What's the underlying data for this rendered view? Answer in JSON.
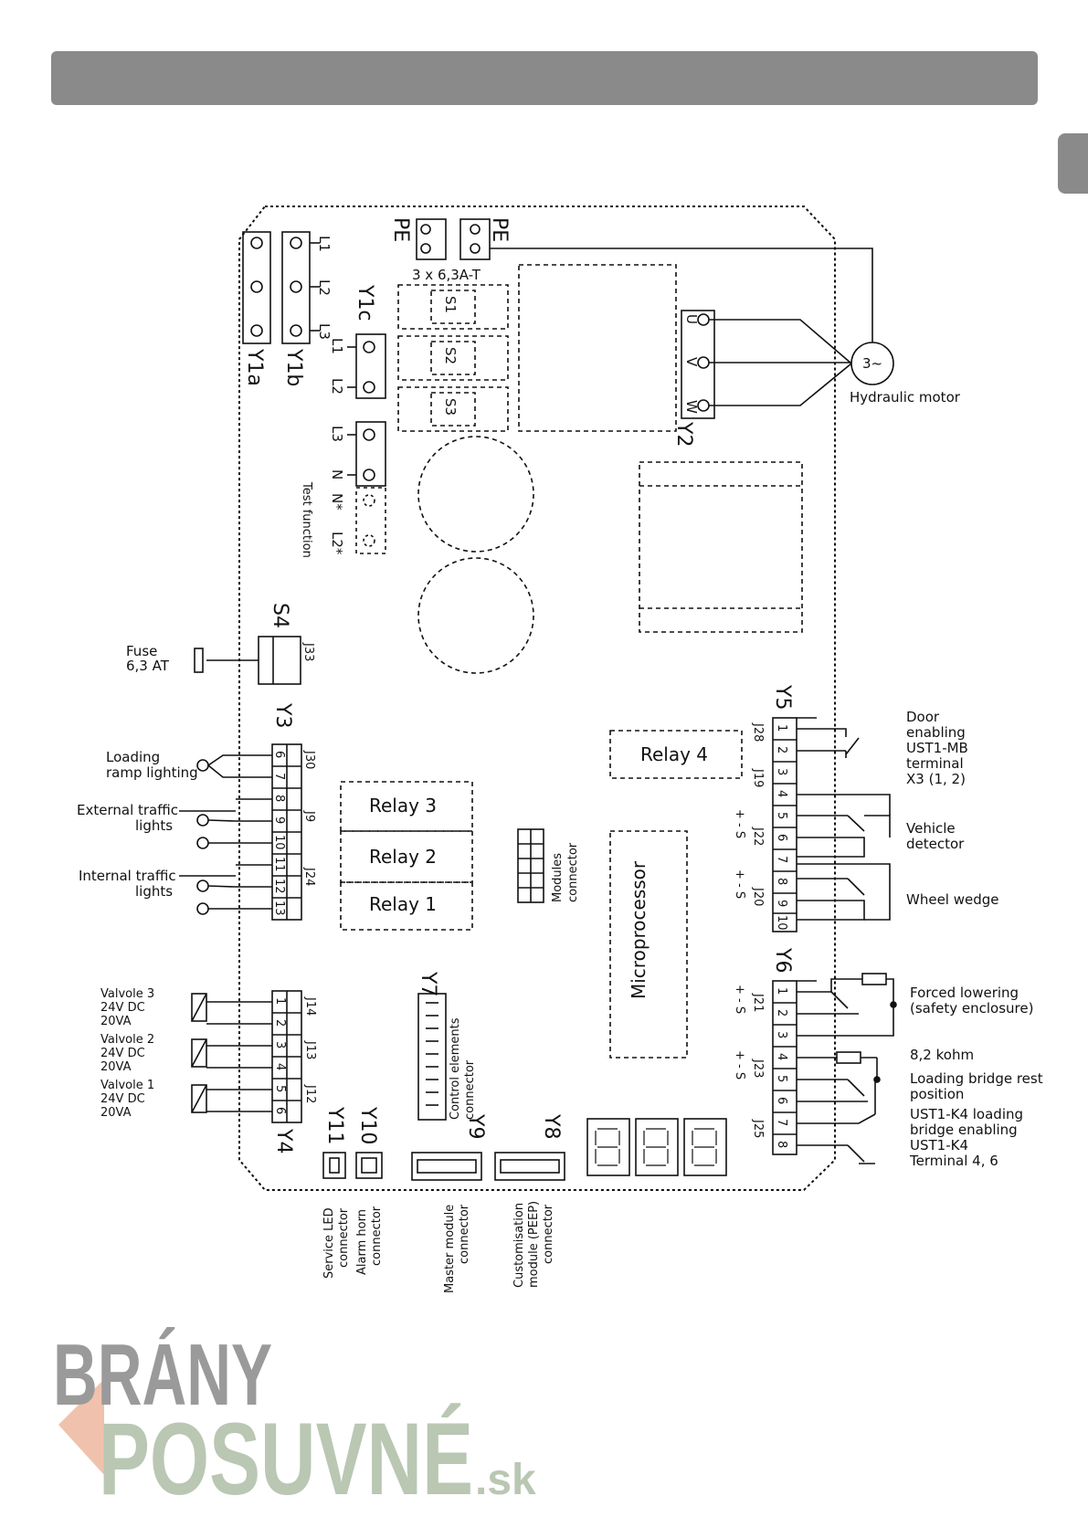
{
  "colors": {
    "header": "#8a8a8a",
    "logo_top": "#9a9a9a",
    "logo_bottom": "#b9c7b3",
    "logo_accent": "#f0c2ad"
  },
  "power": {
    "pe1": "PE",
    "pe2": "PE",
    "fuse_rating": "3 x 6,3A-T",
    "l1": "L1",
    "l2": "L2",
    "l3": "L3",
    "y1a": "Y1a",
    "y1b": "Y1b",
    "y1c": "Y1c",
    "s1": "S1",
    "s2": "S2",
    "s3": "S3",
    "n": "N",
    "n_star": "N*",
    "l2_star": "L2*",
    "test_function": "Test function",
    "y2": "Y2",
    "u": "U",
    "v": "V",
    "w": "W",
    "motor_symbol": "3~",
    "motor_label": "Hydraulic motor"
  },
  "left_side": {
    "s4": "S4",
    "j33": "J33",
    "fuse_label_1": "Fuse",
    "fuse_label_2": "6,3  AT",
    "y3": "Y3",
    "j30": "J30",
    "j9": "J9",
    "j24": "J24",
    "y3_pins": [
      "6",
      "7",
      "8",
      "9",
      "10",
      "11",
      "12",
      "13"
    ],
    "loading_ramp_1": "Loading",
    "loading_ramp_2": "ramp lighting",
    "ext_traffic_1": "External traffic",
    "ext_traffic_2": "lights",
    "int_traffic_1": "Internal traffic",
    "int_traffic_2": "lights",
    "y4": "Y4",
    "j14": "J14",
    "j13": "J13",
    "j12": "J12",
    "y4_pins": [
      "1",
      "2",
      "3",
      "4",
      "5",
      "6"
    ],
    "valve3": [
      "Valvole 3",
      "24V  DC",
      "20VA"
    ],
    "valve2": [
      "Valvole 2",
      "24V  DC",
      "20VA"
    ],
    "valve1": [
      "Valvole 1",
      "24V  DC",
      "20VA"
    ]
  },
  "center": {
    "relay1": "Relay 1",
    "relay2": "Relay 2",
    "relay3": "Relay 3",
    "relay4": "Relay 4",
    "modules_connector_1": "Modules",
    "modules_connector_2": "connector",
    "microprocessor": "Microprocessor",
    "y7": "Y7",
    "control_elements_1": "Control elements",
    "control_elements_2": "connector"
  },
  "bottom": {
    "y11": "Y11",
    "y10": "Y10",
    "y9": "Y9",
    "y8": "Y8",
    "service_led_1": "Service LED",
    "service_led_2": "connector",
    "alarm_horn_1": "Alarm horn",
    "alarm_horn_2": "connector",
    "master_module_1": "Master module",
    "master_module_2": "connector",
    "custom_module_1": "Customisation",
    "custom_module_2": "module (PEEP)",
    "custom_module_3": "connector"
  },
  "right_side": {
    "y5": "Y5",
    "j28": "J28",
    "j19": "J19",
    "j22": "J22",
    "j20": "J20",
    "y5_pins": [
      "1",
      "2",
      "3",
      "4",
      "5",
      "6",
      "7",
      "8",
      "9",
      "10"
    ],
    "j22_signs": "+  -  S",
    "j20_signs": "+  -  S",
    "door_enabling": [
      "Door",
      "enabling",
      "UST1-MB",
      "terminal",
      "X3 (1, 2)"
    ],
    "vehicle_detector": [
      "Vehicle",
      "detector"
    ],
    "wheel_wedge": "Wheel wedge",
    "y6": "Y6",
    "j21": "J21",
    "j23": "J23",
    "j25": "J25",
    "y6_pins": [
      "1",
      "2",
      "3",
      "4",
      "5",
      "6",
      "7",
      "8"
    ],
    "j21_signs": "+  -  S",
    "j23_signs": "+  -  S",
    "forced_lowering": [
      "Forced lowering",
      "(safety enclosure)"
    ],
    "resistor": "8,2  kohm",
    "rest_position": [
      "Loading bridge rest",
      "position"
    ],
    "ust1_k4": [
      "UST1-K4 loading",
      "bridge enabling",
      " UST1-K4",
      "Terminal  4, 6"
    ]
  },
  "logo": {
    "line1": "BRÁNY",
    "line2": "POSUVNÉ",
    "suffix": ".sk"
  }
}
